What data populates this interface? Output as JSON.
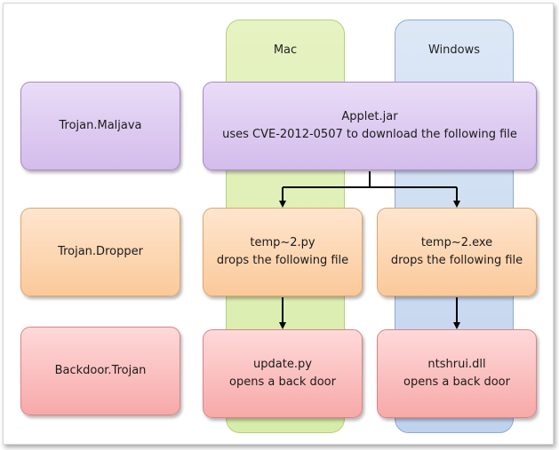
{
  "columns": {
    "mac": "Mac",
    "windows": "Windows"
  },
  "rows": {
    "maljava": "Trojan.Maljava",
    "dropper": "Trojan.Dropper",
    "backdoor": "Backdoor.Trojan"
  },
  "applet": {
    "title": "Applet.jar",
    "desc": "uses CVE-2012-0507 to download the following file"
  },
  "mac_dropper": {
    "title": "temp~2.py",
    "desc": "drops the following file"
  },
  "win_dropper": {
    "title": "temp~2.exe",
    "desc": "drops the following file"
  },
  "mac_payload": {
    "title": "update.py",
    "desc": "opens a back door"
  },
  "win_payload": {
    "title": "ntshrui.dll",
    "desc": "opens a back door"
  }
}
